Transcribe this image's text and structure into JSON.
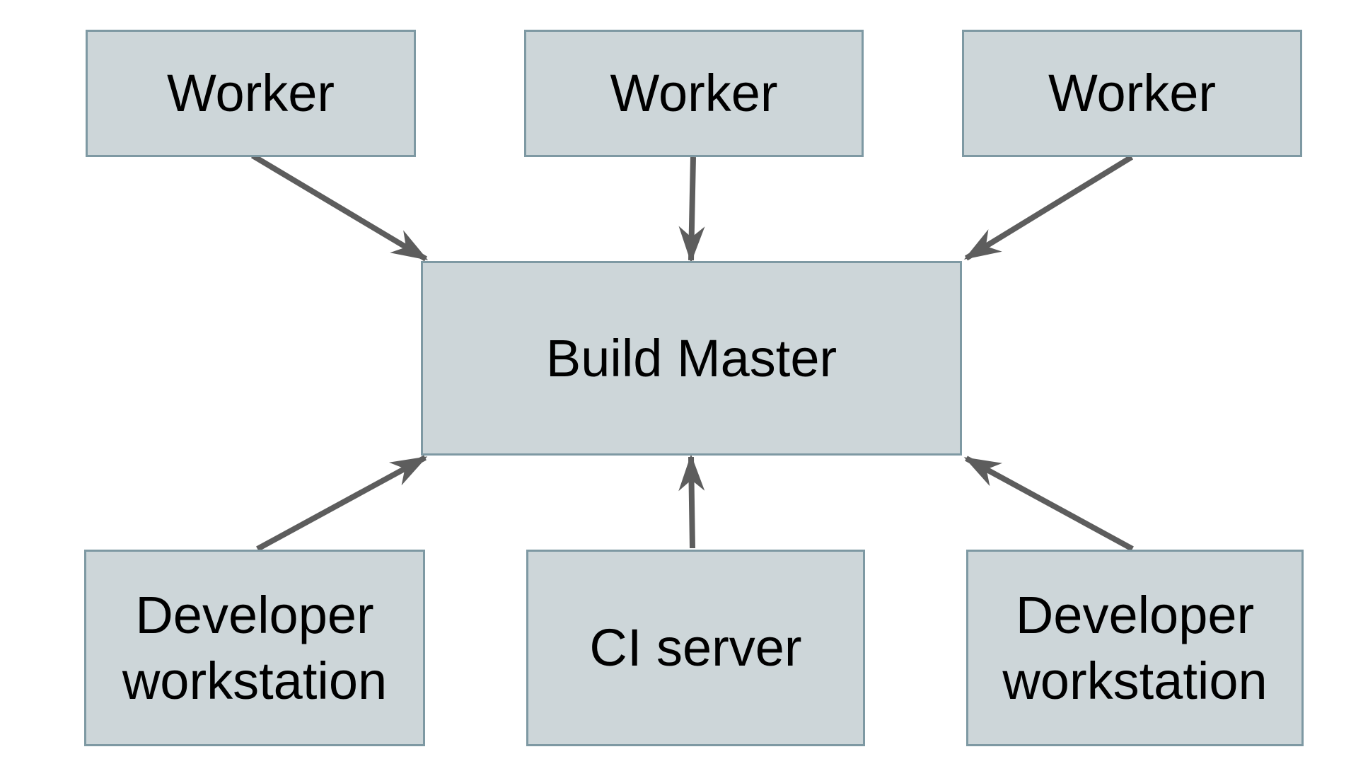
{
  "diagram": {
    "colors": {
      "background": "#ffffff",
      "node_fill": "#cdd6d9",
      "node_border": "#7e99a3",
      "arrow": "#5d5d5d",
      "text": "#000000"
    },
    "nodes": {
      "worker_1": {
        "label": "Worker"
      },
      "worker_2": {
        "label": "Worker"
      },
      "worker_3": {
        "label": "Worker"
      },
      "build_master": {
        "label": "Build Master"
      },
      "developer_workstation_left": {
        "label": "Developer workstation"
      },
      "ci_server": {
        "label": "CI server"
      },
      "developer_workstation_right": {
        "label": "Developer workstation"
      }
    },
    "edges": [
      {
        "from": "worker_1",
        "to": "build_master",
        "direction": "down-right"
      },
      {
        "from": "worker_2",
        "to": "build_master",
        "direction": "down"
      },
      {
        "from": "worker_3",
        "to": "build_master",
        "direction": "down-left"
      },
      {
        "from": "developer_workstation_left",
        "to": "build_master",
        "direction": "up-right"
      },
      {
        "from": "ci_server",
        "to": "build_master",
        "direction": "up"
      },
      {
        "from": "developer_workstation_right",
        "to": "build_master",
        "direction": "up-left"
      }
    ]
  }
}
